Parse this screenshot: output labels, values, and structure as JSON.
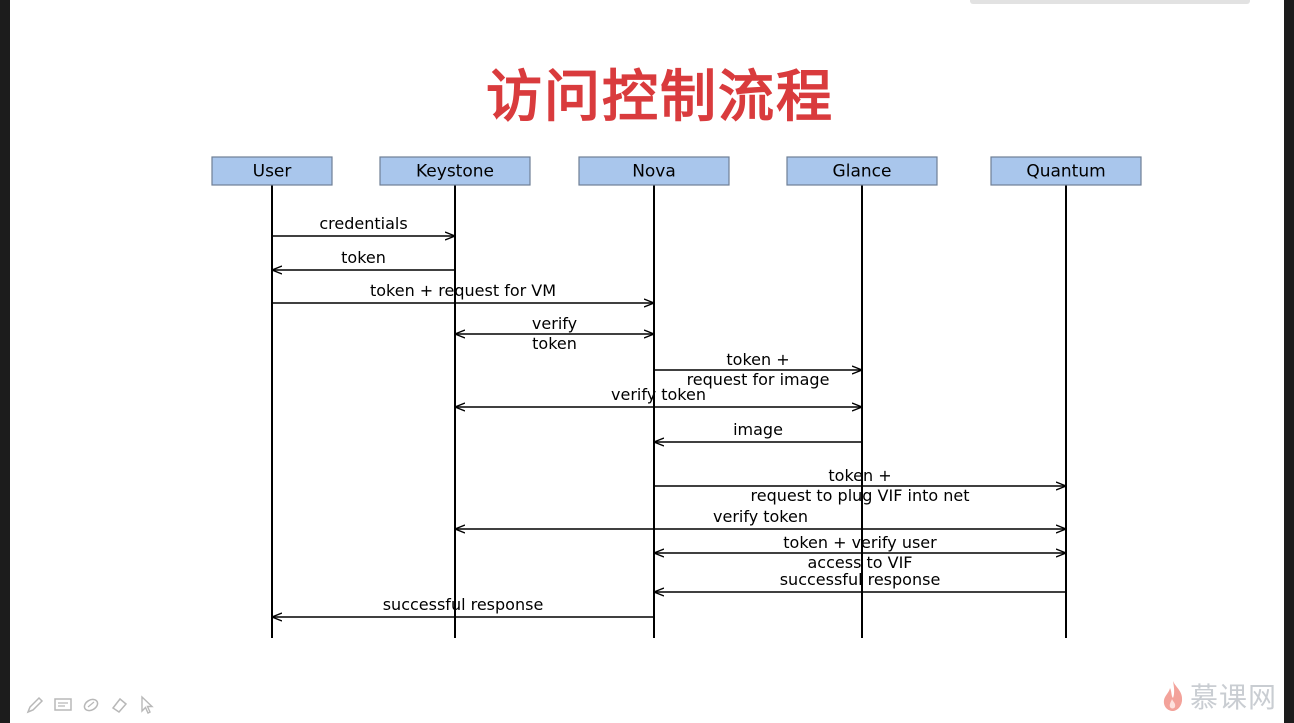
{
  "title": "访问控制流程",
  "participants": [
    {
      "id": "user",
      "label": "User"
    },
    {
      "id": "keystone",
      "label": "Keystone"
    },
    {
      "id": "nova",
      "label": "Nova"
    },
    {
      "id": "glance",
      "label": "Glance"
    },
    {
      "id": "quantum",
      "label": "Quantum"
    }
  ],
  "messages": [
    {
      "from": "user",
      "to": "keystone",
      "lines": [
        "credentials"
      ],
      "bidirectional": false
    },
    {
      "from": "keystone",
      "to": "user",
      "lines": [
        "token"
      ],
      "bidirectional": false
    },
    {
      "from": "user",
      "to": "nova",
      "lines": [
        "token + request for VM"
      ],
      "bidirectional": false
    },
    {
      "from": "keystone",
      "to": "nova",
      "lines": [
        "verify",
        "token"
      ],
      "bidirectional": true
    },
    {
      "from": "nova",
      "to": "glance",
      "lines": [
        "token +",
        "request for image"
      ],
      "bidirectional": false
    },
    {
      "from": "keystone",
      "to": "glance",
      "lines": [
        "verify token"
      ],
      "bidirectional": true
    },
    {
      "from": "glance",
      "to": "nova",
      "lines": [
        "image"
      ],
      "bidirectional": false
    },
    {
      "from": "nova",
      "to": "quantum",
      "lines": [
        "token +",
        "request to plug VIF into net"
      ],
      "bidirectional": false
    },
    {
      "from": "keystone",
      "to": "quantum",
      "lines": [
        "verify token"
      ],
      "bidirectional": true
    },
    {
      "from": "nova",
      "to": "quantum",
      "lines": [
        "token + verify user",
        "access to VIF"
      ],
      "bidirectional": true
    },
    {
      "from": "quantum",
      "to": "nova",
      "lines": [
        "successful response"
      ],
      "bidirectional": false
    },
    {
      "from": "nova",
      "to": "user",
      "lines": [
        "successful response"
      ],
      "bidirectional": false
    }
  ],
  "toolbar_icons": [
    "pen-icon",
    "screen-icon",
    "highlighter-icon",
    "eraser-icon",
    "pointer-icon"
  ],
  "watermark": {
    "text": "慕课网",
    "icon": "flame-icon"
  },
  "colors": {
    "title": "#d93b3d",
    "participant_box": "#a9c6ec"
  }
}
